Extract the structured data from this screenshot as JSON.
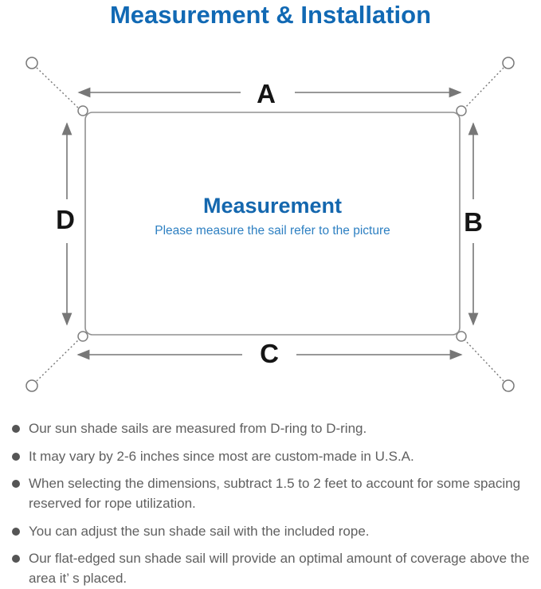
{
  "title": "Measurement & Installation",
  "diagram": {
    "labels": {
      "top": "A",
      "right": "B",
      "bottom": "C",
      "left": "D"
    },
    "center_heading": "Measurement",
    "center_subtitle": "Please measure the sail refer to the picture"
  },
  "notes": [
    "Our sun shade sails are measured from D-ring to D-ring.",
    "It may vary by 2-6 inches since most are custom-made in U.S.A.",
    "When selecting the dimensions, subtract 1.5 to 2 feet to account for some spacing reserved for rope utilization.",
    "You can adjust the sun shade sail with the included rope.",
    "Our flat-edged sun shade sail will provide an optimal amount of coverage above the area it’ s placed."
  ],
  "colors": {
    "title_blue": "#1169b4",
    "center_heading_blue": "#1467ae",
    "center_subtitle_blue": "#2e80c2",
    "diagram_gray": "#777777",
    "sail_outline_gray": "#909090",
    "dimension_label_black": "#151515",
    "note_text_gray": "#606060"
  }
}
